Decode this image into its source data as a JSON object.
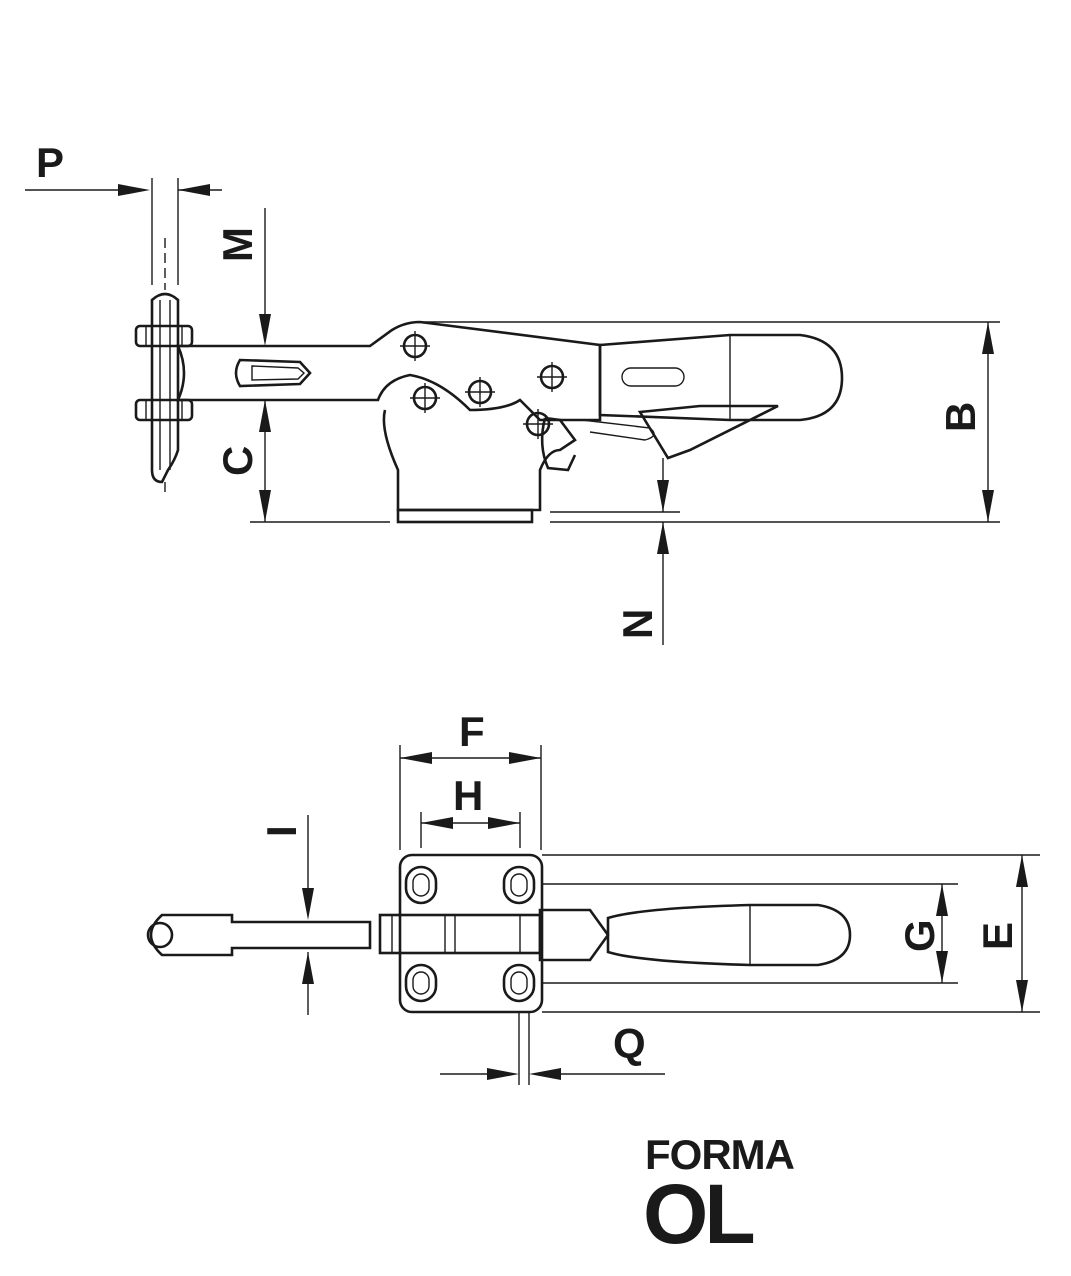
{
  "dimension_labels": {
    "P": "P",
    "M": "M",
    "C": "C",
    "B": "B",
    "N": "N",
    "F": "F",
    "H": "H",
    "I": "I",
    "G": "G",
    "E": "E",
    "Q": "Q"
  },
  "form": {
    "heading": "FORMA",
    "code": "OL"
  },
  "colors": {
    "ink": "#1a1a1a",
    "background": "#ffffff"
  }
}
